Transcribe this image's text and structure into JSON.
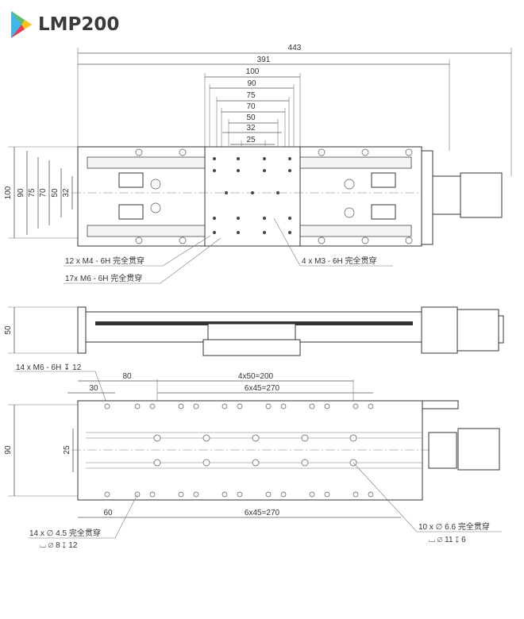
{
  "logo": {
    "title": "LMP200",
    "icon": "play-triangle-icon"
  },
  "top_view": {
    "dims_horizontal": [
      "443",
      "391",
      "100",
      "90",
      "75",
      "70",
      "50",
      "32",
      "25"
    ],
    "dims_vertical": [
      "100",
      "90",
      "75",
      "70",
      "50",
      "32"
    ],
    "callouts": [
      "12 x  M4 - 6H 完全贯穿",
      "17x  M6 - 6H 完全贯穿",
      "4 x  M3 - 6H 完全贯穿"
    ]
  },
  "side_view": {
    "height_dim": "50"
  },
  "bottom_view": {
    "callout_top": "14 x  M6 - 6H ↧ 12",
    "dims": {
      "d80": "80",
      "d200": "4x50=200",
      "d30": "30",
      "d270_top": "6x45=270",
      "d90": "90",
      "d25": "25",
      "d60": "60",
      "d270_bottom": "6x45=270"
    },
    "callout_left": [
      "14 x ∅ 4.5 完全贯穿",
      "⌴ ∅ 8 ↧ 12"
    ],
    "callout_right": [
      "10 x ∅ 6.6 完全贯穿",
      "⌴ ∅ 11 ↧ 6"
    ]
  }
}
